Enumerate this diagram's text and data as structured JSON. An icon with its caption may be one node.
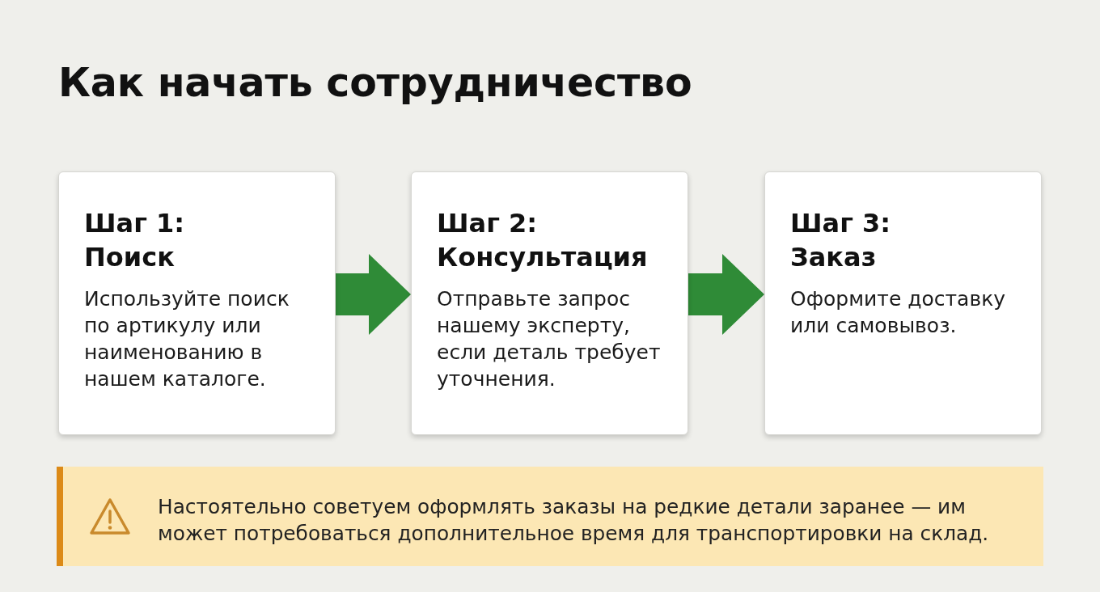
{
  "diagram": {
    "title": "Как начать сотрудничество",
    "nodes": [
      {
        "text": [
          "Шаг 1: Поиск",
          "Используйте поиск по артикулу или наименованию в нашем каталоге."
        ]
      },
      {
        "text": [
          "Шаг 2: Консультация",
          "Отправьте запрос нашему эксперту, если деталь требует уточнения."
        ]
      },
      {
        "text": [
          "Шаг 3: Заказ",
          "Оформите доставку или самовывоз."
        ]
      },
      {
        "text": [
          "Настоятельно советуем оформлять заказы на редкие детали заранее — им может потребоваться дополнительное время для транспортировки на склад."
        ]
      }
    ],
    "edges": [
      {
        "from": 0,
        "to": 1,
        "arrow": "to"
      },
      {
        "from": 1,
        "to": 2,
        "arrow": "to"
      }
    ]
  }
}
